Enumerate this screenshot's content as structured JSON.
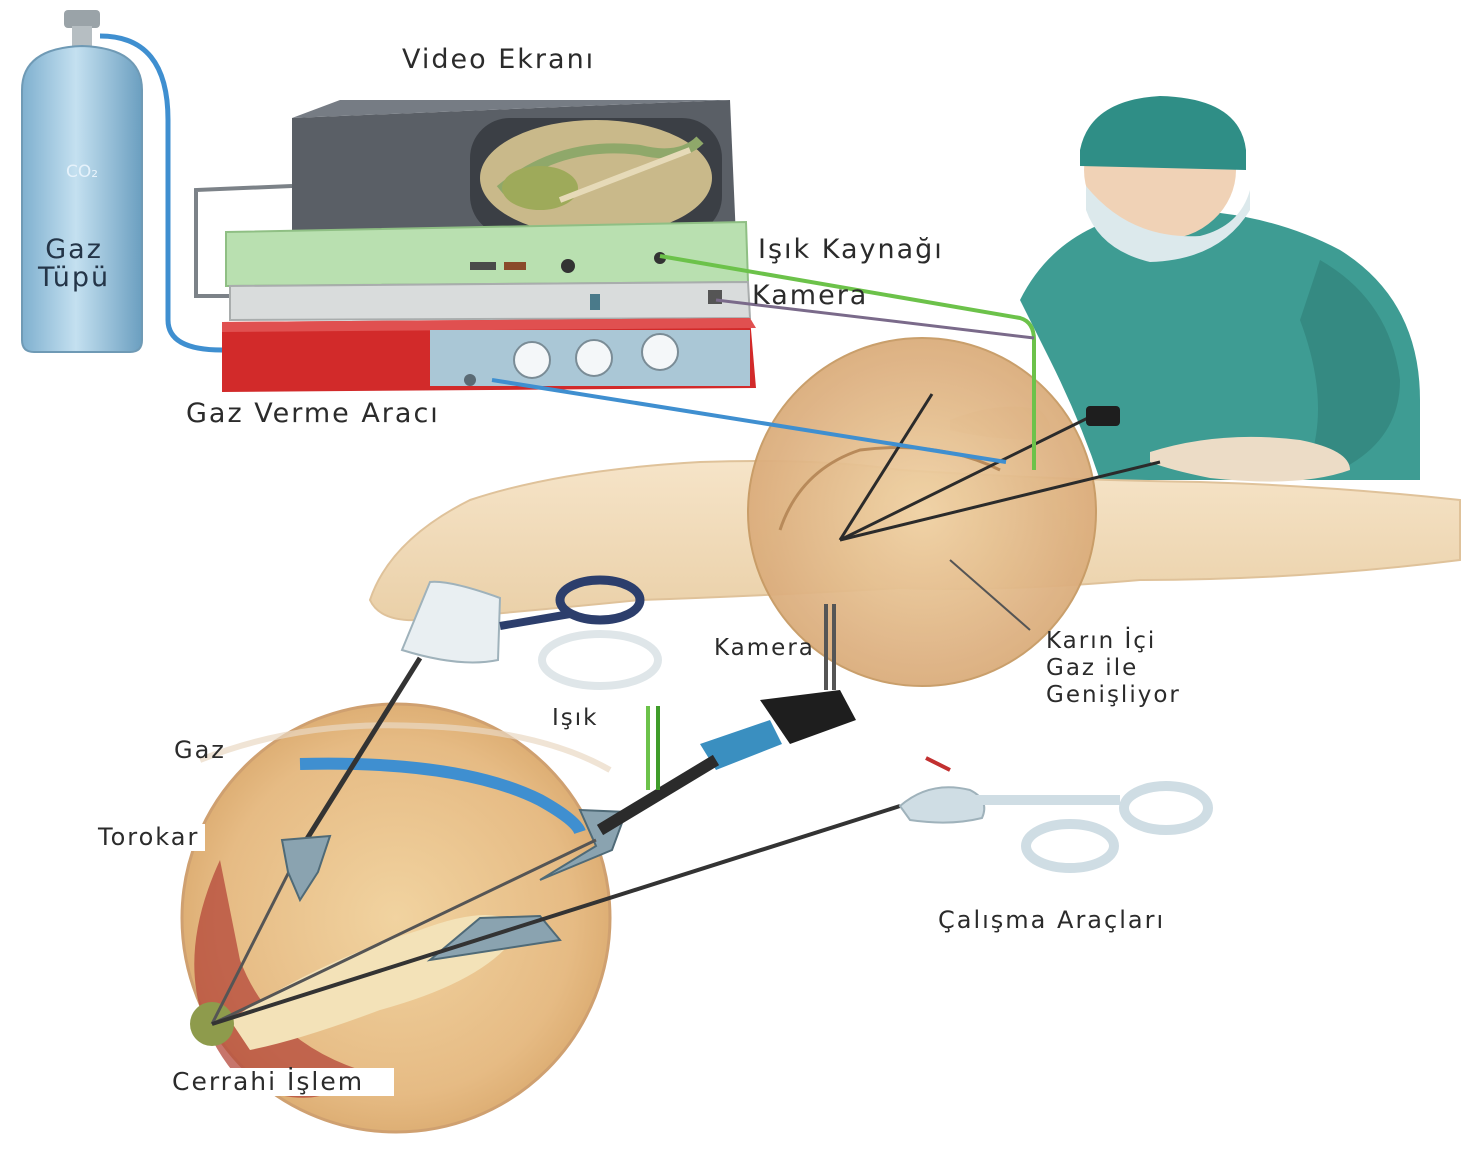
{
  "labels": {
    "video_screen": "Video Ekranı",
    "gas_tube": "Gaz\nTüpü",
    "co2": "CO₂",
    "light_source": "Işık Kaynağı",
    "camera_top": "Kamera",
    "insufflator": "Gaz Verme Aracı",
    "camera_bottom": "Kamera",
    "abdomen_expands": "Karın İçi\nGaz ile\nGenişliyor",
    "light": "Işık",
    "gas": "Gaz",
    "trocar": "Torokar",
    "working_tools": "Çalışma Araçları",
    "surgical_procedure": "Cerrahi İşlem"
  },
  "colors": {
    "co2_tank": "#9fc7e0",
    "monitor": "#5a5f66",
    "light_box": "#b9e0b0",
    "camera_box": "#d9dcdc",
    "insufflator": "#d22a2a",
    "insufflator_panel": "#aac7d6",
    "gas_line": "#3f8fd0",
    "light_cable": "#6cc24a",
    "scrubs": "#3e9c93",
    "skin": "#f2dcbc",
    "abdomen": "#e9c28c"
  }
}
